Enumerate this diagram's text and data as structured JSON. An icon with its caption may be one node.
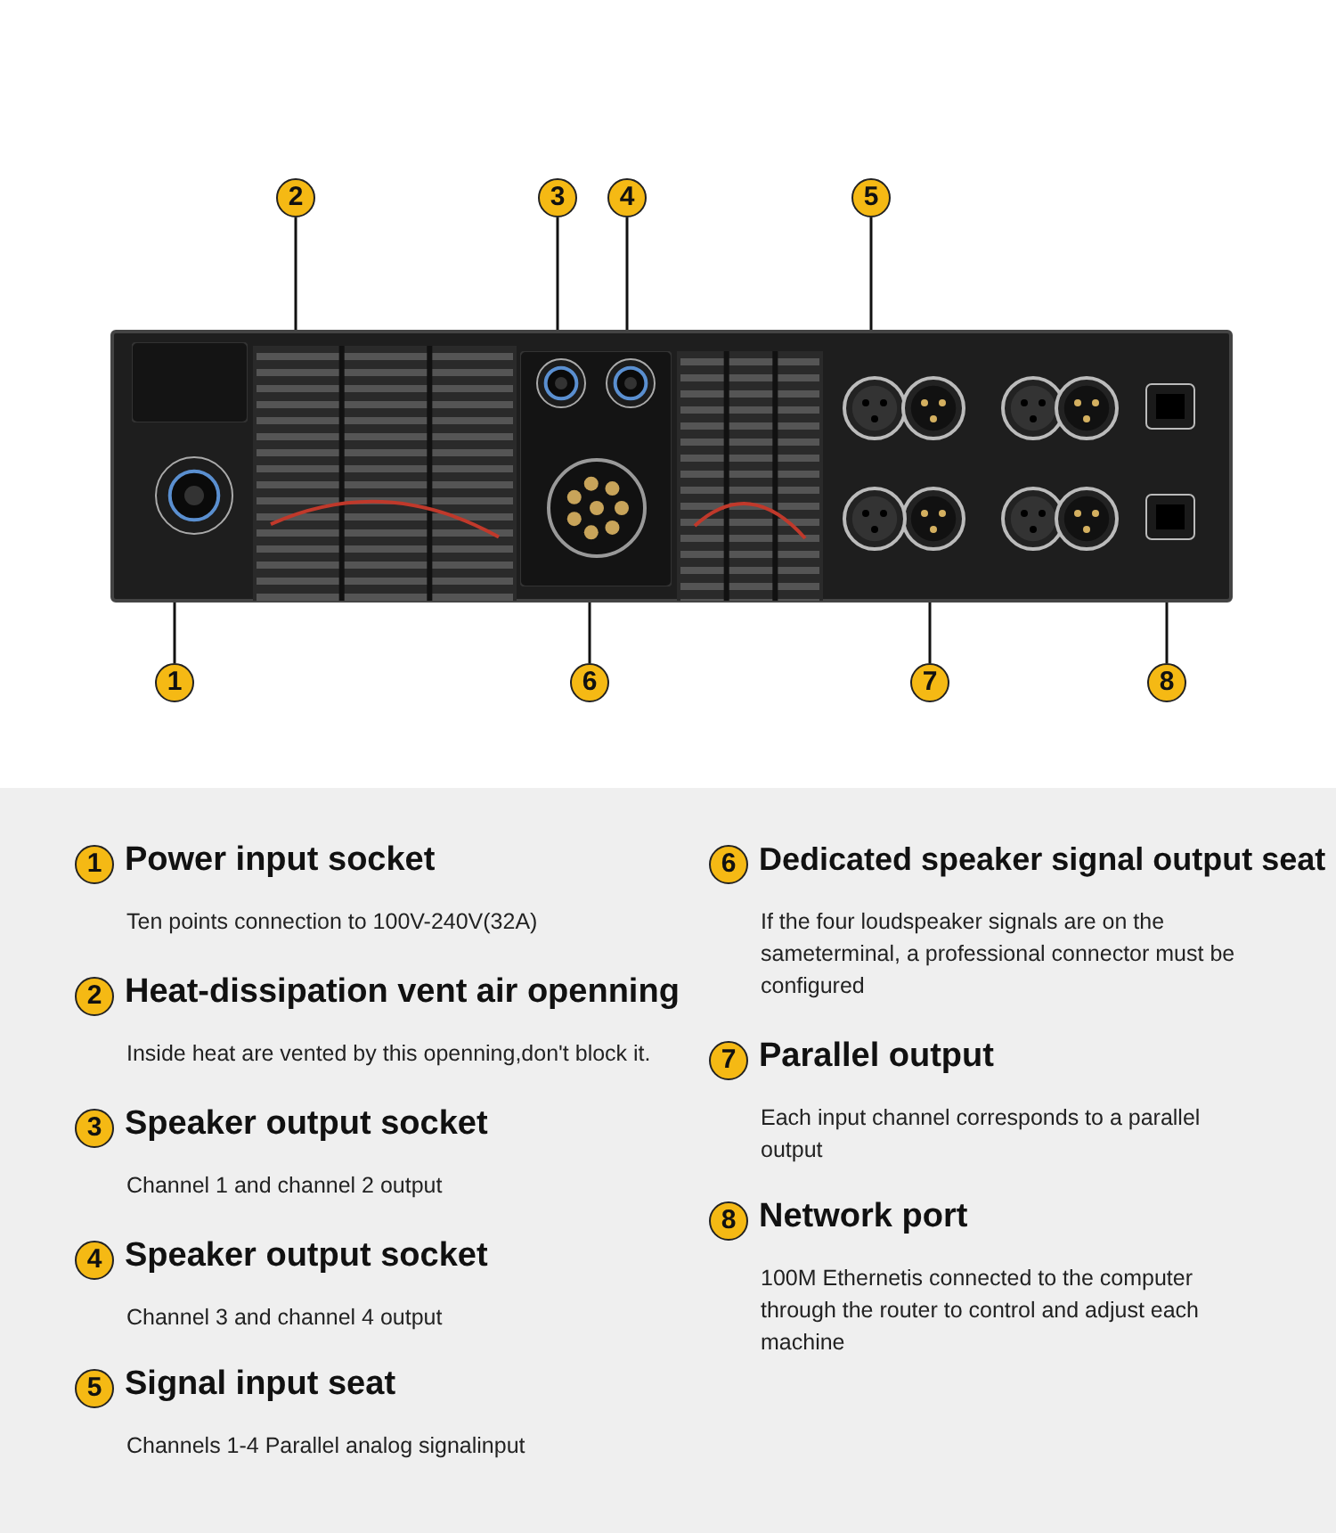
{
  "diagram": {
    "nodes": [
      {
        "text": [],
        "shape": "picture"
      },
      {
        "text": [],
        "shape": "picture",
        "in": 0
      },
      {
        "text": [],
        "shape": "picture",
        "in": 0
      },
      {
        "text": [],
        "shape": "picture",
        "in": 0
      },
      {
        "text": [],
        "shape": "picture",
        "in": 0
      },
      {
        "text": [],
        "shape": "picture",
        "in": 0
      },
      {
        "text": [],
        "shape": "picture",
        "in": 0
      },
      {
        "text": [],
        "shape": "picture",
        "in": 0
      },
      {
        "text": [],
        "shape": "picture",
        "in": 0
      },
      {
        "text": [
          "2"
        ]
      },
      {
        "text": [
          "3"
        ]
      },
      {
        "text": [
          "4"
        ]
      },
      {
        "text": [
          "5"
        ]
      },
      {
        "text": [
          "1"
        ]
      },
      {
        "text": [
          "6"
        ]
      },
      {
        "text": [
          "7"
        ]
      },
      {
        "text": [
          "8"
        ]
      },
      {
        "text": [
          "1"
        ],
        "beside": [
          "Power input socket",
          "Ten points connection to 100V-240V(32A)"
        ]
      },
      {
        "text": [
          "2"
        ],
        "beside": [
          "Heat-dissipation vent air openning",
          "Inside heat are vented by this openning,don't block it."
        ]
      },
      {
        "text": [
          "3"
        ],
        "beside": [
          "Speaker output socket",
          "Channel 1 and channel 2 output"
        ]
      },
      {
        "text": [
          "4"
        ],
        "beside": [
          "Speaker output socket",
          "Channel 3 and channel 4 output"
        ]
      },
      {
        "text": [
          "5"
        ],
        "beside": [
          "Signal input seat",
          "Channels 1-4 Parallel analog signalinput"
        ]
      },
      {
        "text": [
          "6"
        ],
        "beside": [
          "Dedicated speaker signal output seat",
          "If the four loudspeaker signals are on the sameterminal, a professional connector must be configured"
        ]
      },
      {
        "text": [
          "7"
        ],
        "beside": [
          "Parallel output",
          "Each input channel corresponds to a parallel output"
        ]
      },
      {
        "text": [
          "8"
        ],
        "beside": [
          "Network port",
          "100M Ethernetis connected to the computer through the router to control and adjust each machine"
        ]
      }
    ],
    "edges": [
      {
        "from": 9,
        "to": 2,
        "arrow": "none"
      },
      {
        "from": 10,
        "to": 3,
        "arrow": "none"
      },
      {
        "from": 11,
        "to": 4,
        "arrow": "none"
      },
      {
        "from": 12,
        "to": 6,
        "arrow": "none"
      },
      {
        "from": 13,
        "to": 1,
        "arrow": "none"
      },
      {
        "from": 14,
        "to": 5,
        "arrow": "none"
      },
      {
        "from": 15,
        "to": 7,
        "arrow": "none"
      },
      {
        "from": 16,
        "to": 8,
        "arrow": "none"
      }
    ]
  }
}
